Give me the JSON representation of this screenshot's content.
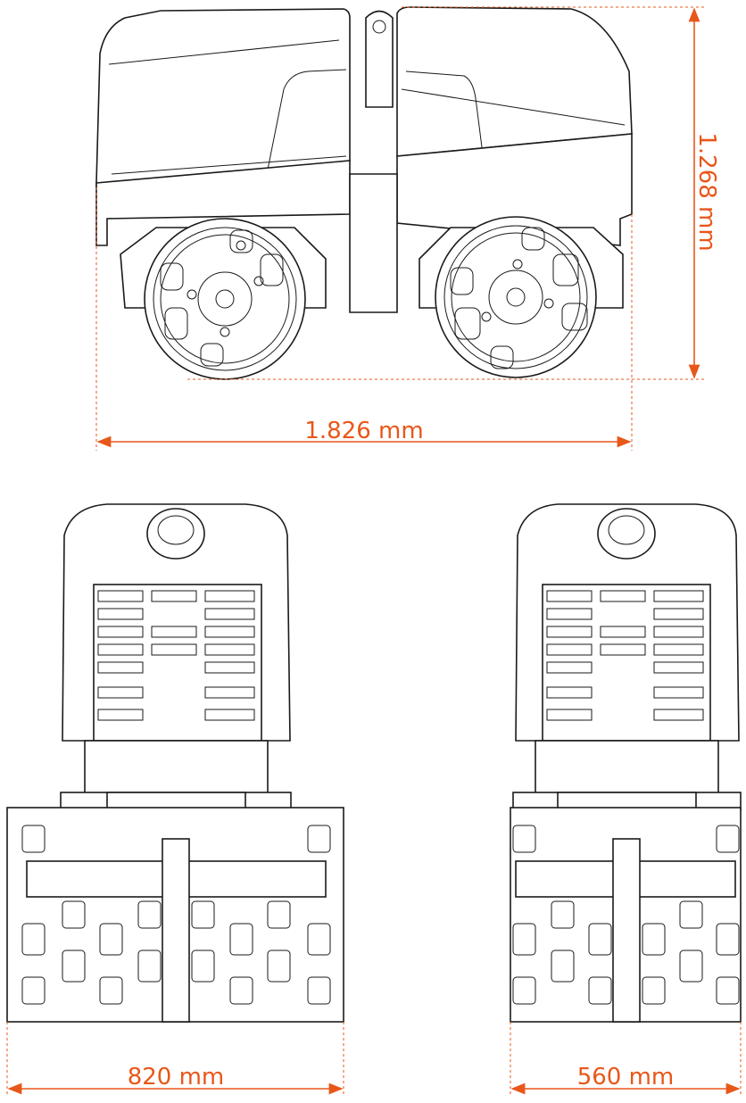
{
  "dimensions": {
    "length": "1.826 mm",
    "height": "1.268 mm",
    "width_wide": "820 mm",
    "width_narrow": "560 mm"
  },
  "colors": {
    "dimension": "#e8571a",
    "line": "#1a1a1a"
  }
}
